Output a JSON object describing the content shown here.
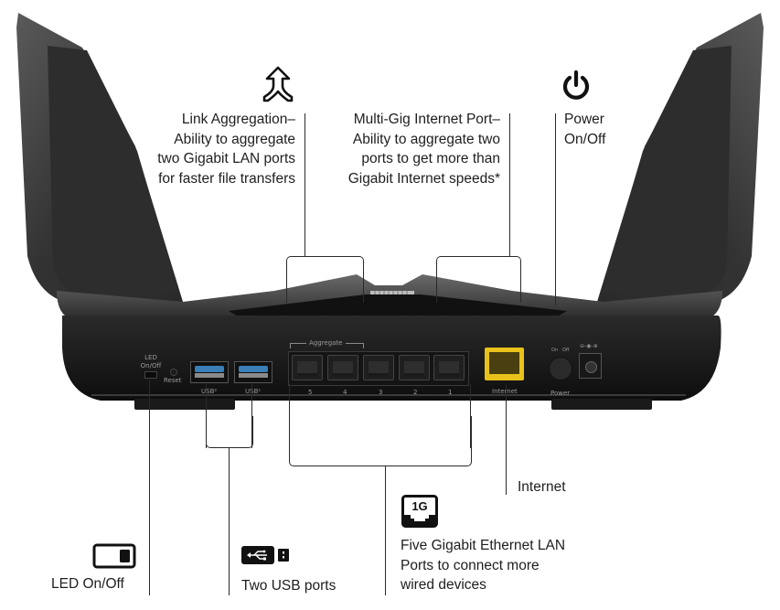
{
  "diagram": {
    "subject": "Router rear panel with labeled ports",
    "callouts": {
      "link_aggregation": {
        "lines": [
          "Link Aggregation–",
          "Ability to aggregate",
          "two Gigabit LAN ports",
          "for faster file transfers"
        ],
        "icon": "link-aggregation-merge-arrow-icon"
      },
      "multi_gig": {
        "lines": [
          "Multi-Gig Internet Port–",
          "Ability to aggregate two",
          "ports to get more than",
          "Gigabit Internet speeds*"
        ]
      },
      "power": {
        "lines": [
          "Power",
          "On/Off"
        ],
        "icon": "power-icon"
      },
      "internet": {
        "lines": [
          "Internet"
        ]
      },
      "lan_ports": {
        "lines": [
          "Five Gigabit Ethernet LAN",
          "Ports to connect more",
          "wired devices"
        ],
        "icon": "1g-ethernet-port-icon",
        "icon_text": "1G"
      },
      "usb": {
        "lines": [
          "Two USB ports"
        ],
        "icon": "usb-drive-icon"
      },
      "led": {
        "lines": [
          "LED On/Off"
        ],
        "icon": "toggle-switch-icon"
      }
    },
    "panel_labels": {
      "led": [
        "LED",
        "On/Off"
      ],
      "reset": "Reset",
      "usb2": "USB²",
      "usb1": "USB¹",
      "aggregate": "Aggregate",
      "lan_numbers": [
        "5",
        "4",
        "3",
        "2",
        "1"
      ],
      "internet": "Internet",
      "power_on": "On",
      "power_off": "Off",
      "power": "Power",
      "dc_symbol": "⊖-◉-⊕"
    },
    "colors": {
      "router_body": "#1c1c1c",
      "antenna": "#3a3a3a",
      "internet_port": "#e8c21a",
      "usb_blue": "#3a7fb8",
      "text": "#1e1e1e",
      "panel_text": "#9a9a9a"
    }
  }
}
